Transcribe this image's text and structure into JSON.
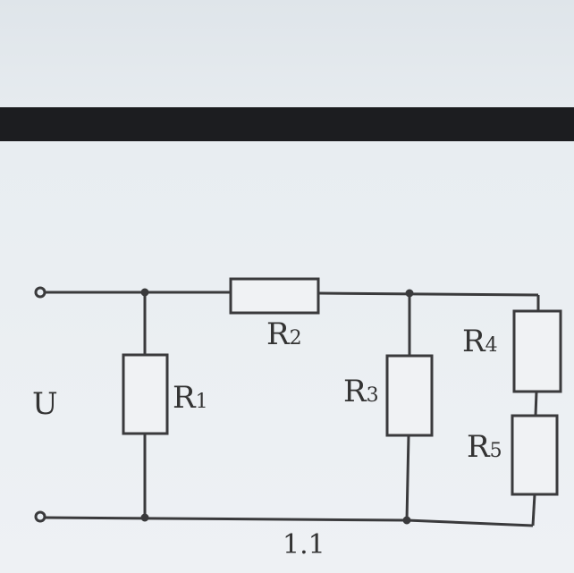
{
  "diagram": {
    "voltage_label": "U",
    "resistors": [
      {
        "name": "R",
        "sub": "1"
      },
      {
        "name": "R",
        "sub": "2"
      },
      {
        "name": "R",
        "sub": "3"
      },
      {
        "name": "R",
        "sub": "4"
      },
      {
        "name": "R",
        "sub": "5"
      }
    ],
    "caption": "1.1"
  }
}
